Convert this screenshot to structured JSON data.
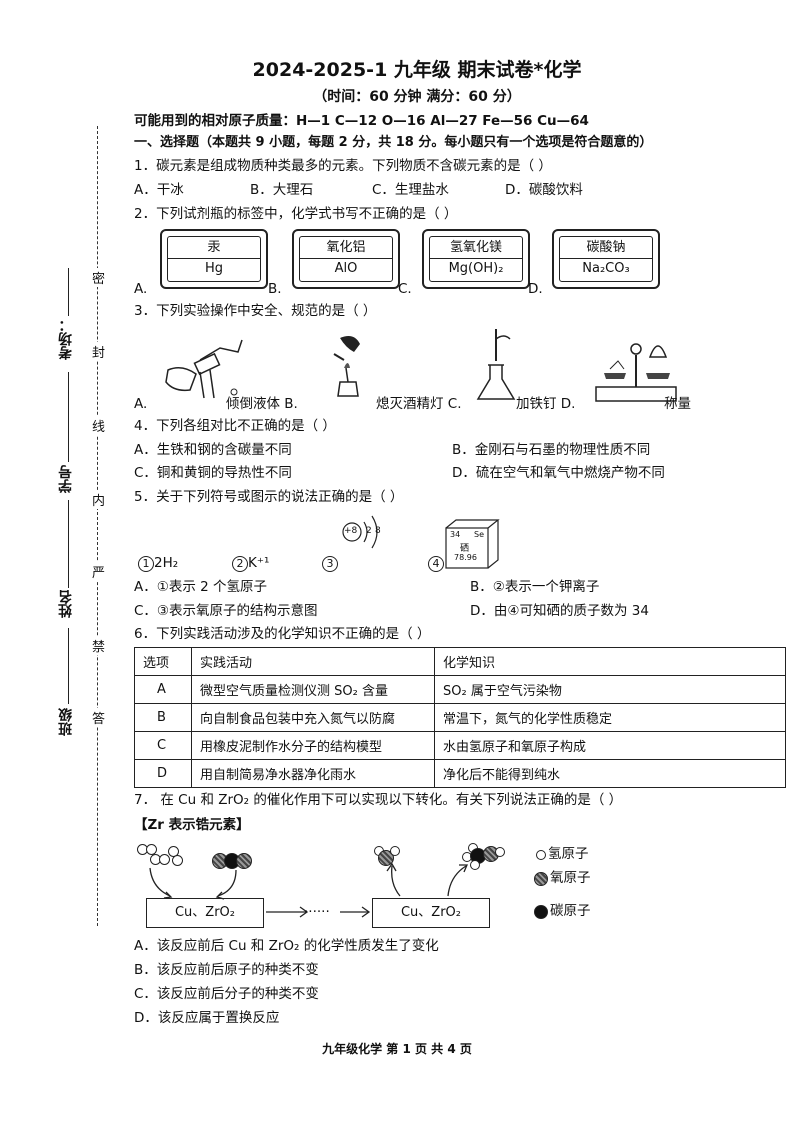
{
  "header": {
    "title": "2024-2025-1 九年级 期末试卷*化学",
    "subtitle": "（时间：60 分钟    满分：60 分）",
    "atomic_masses": "可能用到的相对原子质量：H—1  C—12  O—16  Al—27  Fe—56  Cu—64"
  },
  "binding": {
    "fields": [
      "考场：",
      "学号",
      "姓名",
      "班级"
    ],
    "seal_chars": [
      "密",
      "封",
      "线",
      "内",
      "严",
      "禁",
      "答"
    ]
  },
  "section1": {
    "heading": "一、选择题（本题共 9 小题，每题 2 分，共 18 分。每小题只有一个选项是符合题意的）"
  },
  "q1": {
    "stem": "1．碳元素是组成物质种类最多的元素。下列物质不含碳元素的是（      ）",
    "options": [
      "A．干冰",
      "B．大理石",
      "C．生理盐水",
      "D．碳酸饮料"
    ]
  },
  "q2": {
    "stem": "2．下列试剂瓶的标签中，化学式书写不正确的是（      ）",
    "labels": [
      {
        "letter": "A.",
        "name": "汞",
        "formula": "Hg"
      },
      {
        "letter": "B.",
        "name": "氧化铝",
        "formula": "AlO"
      },
      {
        "letter": "C.",
        "name": "氢氧化镁",
        "formula": "Mg(OH)₂"
      },
      {
        "letter": "D.",
        "name": "碳酸钠",
        "formula": "Na₂CO₃"
      }
    ]
  },
  "q3": {
    "stem": "3．下列实验操作中安全、规范的是（      ）",
    "options": [
      "A.",
      "倾倒液体 B.",
      "熄灭酒精灯 C.",
      "加铁钉 D.",
      "称量"
    ]
  },
  "q4": {
    "stem": "4．下列各组对比不正确的是（      ）",
    "options": [
      "A．生铁和钢的含碳量不同",
      "B．金刚石与石墨的物理性质不同",
      "C．铜和黄铜的导热性不同",
      "D．硫在空气和氧气中燃烧产物不同"
    ]
  },
  "q5": {
    "stem": "5．关于下列符号或图示的说法正确的是（      ）",
    "symbols": [
      "2H₂",
      "K⁺¹",
      "",
      ""
    ],
    "nums": [
      "1",
      "2",
      "3",
      "4"
    ],
    "atom_nucleus": "+8",
    "atom_shells": [
      "2",
      "8"
    ],
    "element": {
      "number": "34",
      "symbol": "Se",
      "name": "硒",
      "mass": "78.96"
    },
    "options": [
      "A．①表示 2 个氢原子",
      "B．②表示一个钾离子",
      "C．③表示氧原子的结构示意图",
      "D．由④可知硒的质子数为 34"
    ]
  },
  "q6": {
    "stem": "6．下列实践活动涉及的化学知识不正确的是（      ）",
    "headers": [
      "选项",
      "实践活动",
      "化学知识"
    ],
    "rows": [
      [
        "A",
        "微型空气质量检测仪测 SO₂ 含量",
        "SO₂ 属于空气污染物"
      ],
      [
        "B",
        "向自制食品包装中充入氮气以防腐",
        "常温下，氮气的化学性质稳定"
      ],
      [
        "C",
        "用橡皮泥制作水分子的结构模型",
        "水由氢原子和氧原子构成"
      ],
      [
        "D",
        "用自制简易净水器净化雨水",
        "净化后不能得到纯水"
      ]
    ]
  },
  "q7": {
    "stem": "7．  在 Cu 和 ZrO₂ 的催化作用下可以实现以下转化。有关下列说法正确的是（      ）",
    "note": "【Zr 表示锆元素】",
    "box_label": "Cu、ZrO₂",
    "dots": "······",
    "legend": [
      "氢原子",
      "氧原子",
      "碳原子"
    ],
    "options": [
      "A．该反应前后 Cu 和 ZrO₂ 的化学性质发生了变化",
      "B．该反应前后原子的种类不变",
      "C．该反应前后分子的种类不变",
      "D．该反应属于置换反应"
    ]
  },
  "footer": "九年级化学   第 1 页  共 4 页"
}
